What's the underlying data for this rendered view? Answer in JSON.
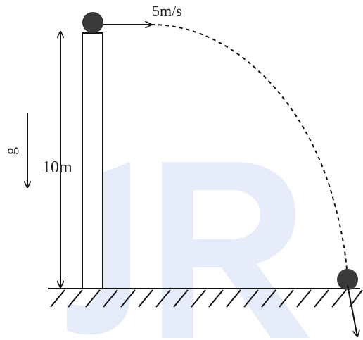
{
  "labels": {
    "velocity": "5m/s",
    "height": "10m",
    "gravity": "g"
  },
  "watermark": {
    "text": "JR",
    "color": "#b8c8ee"
  },
  "colors": {
    "line": "#111111",
    "ball": "#3a3a3a"
  }
}
